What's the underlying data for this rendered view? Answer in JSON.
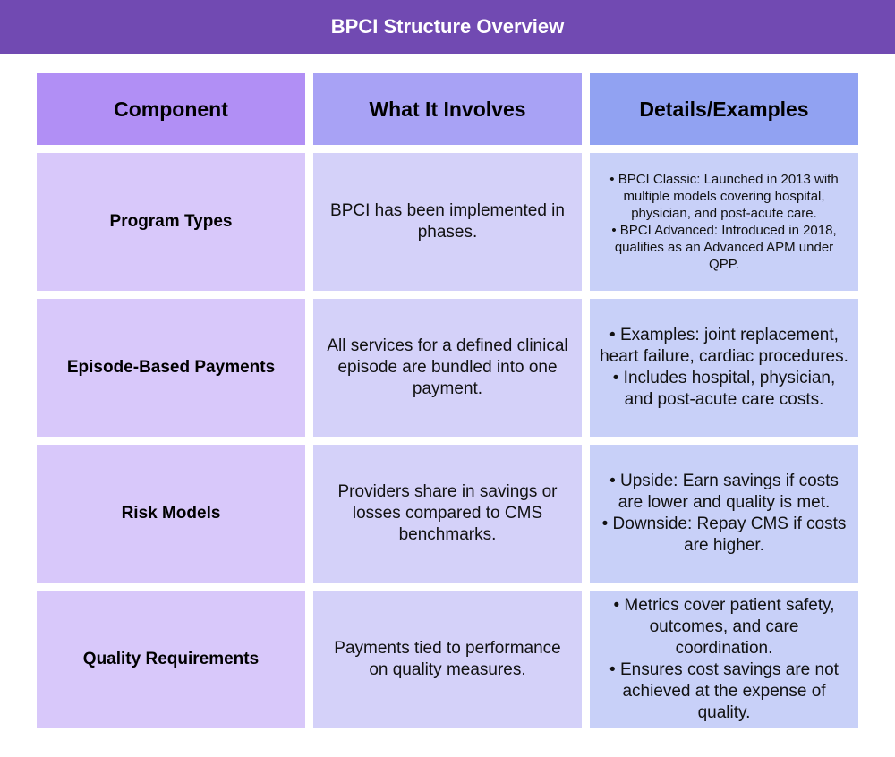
{
  "title": "BPCI Structure Overview",
  "colors": {
    "title_bar": "#714ab2",
    "header_component": "#b18ff5",
    "header_involves": "#a8a2f5",
    "header_details": "#91a2f2",
    "cell_component": "#d8c8fa",
    "cell_involves": "#d4d1f9",
    "cell_details": "#c8d0f8"
  },
  "table": {
    "headers": [
      "Component",
      "What It Involves",
      "Details/Examples"
    ],
    "rows": [
      {
        "component": "Program Types",
        "involves": "BPCI has been implemented in phases.",
        "details": "• BPCI Classic: Launched in 2013 with multiple models covering hospital, physician, and post-acute care.\n• BPCI Advanced: Introduced in 2018, qualifies as an Advanced APM under QPP."
      },
      {
        "component": "Episode-Based Payments",
        "involves": "All services for a defined clinical episode are bundled into one payment.",
        "details": "• Examples: joint replacement, heart failure, cardiac procedures.\n• Includes hospital, physician, and post-acute care costs."
      },
      {
        "component": "Risk Models",
        "involves": "Providers share in savings or losses compared to CMS benchmarks.",
        "details": "• Upside: Earn savings if costs are lower and quality is met.\n• Downside: Repay CMS if costs are higher."
      },
      {
        "component": "Quality Requirements",
        "involves": "Payments tied to performance on quality measures.",
        "details": "• Metrics cover patient safety, outcomes, and care coordination.\n• Ensures cost savings are not achieved at the expense of quality."
      }
    ]
  }
}
